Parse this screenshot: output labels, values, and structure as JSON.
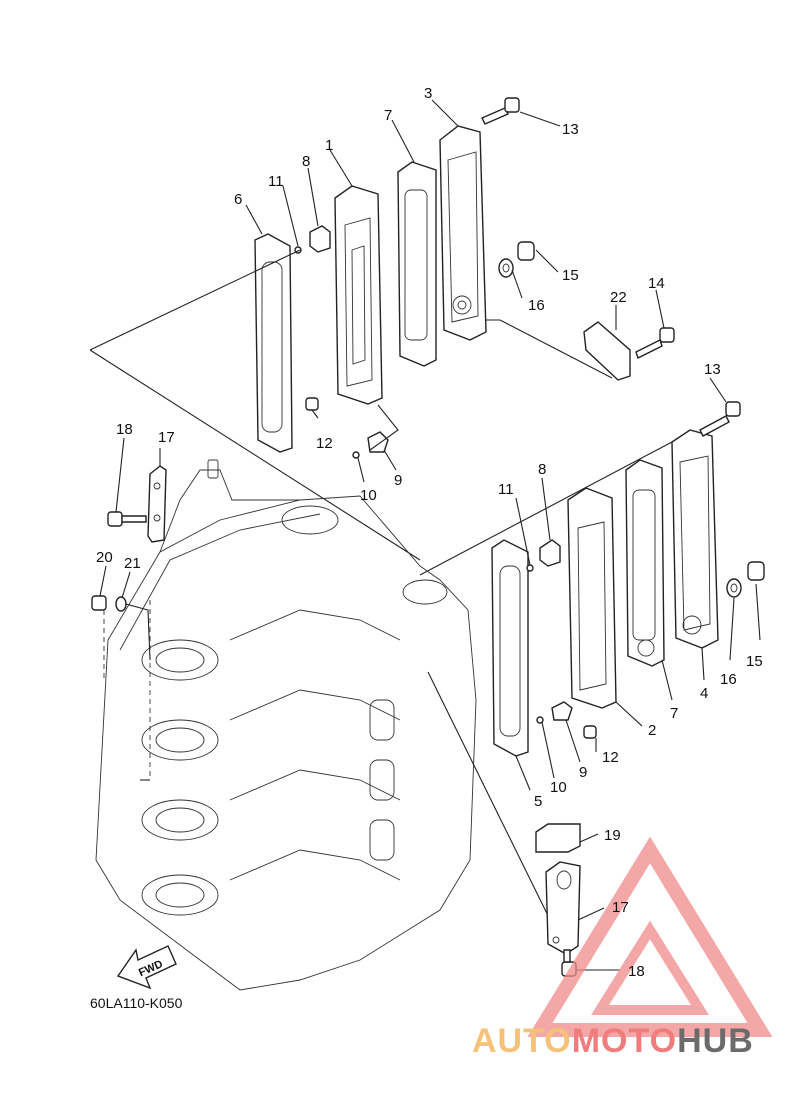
{
  "diagram": {
    "code": "60LA110-K050",
    "fwd_label": "FWD"
  },
  "callouts": [
    {
      "id": "c1",
      "text": "1"
    },
    {
      "id": "c2",
      "text": "2"
    },
    {
      "id": "c3",
      "text": "3"
    },
    {
      "id": "c4",
      "text": "4"
    },
    {
      "id": "c5",
      "text": "5"
    },
    {
      "id": "c6",
      "text": "6"
    },
    {
      "id": "c7a",
      "text": "7"
    },
    {
      "id": "c7b",
      "text": "7"
    },
    {
      "id": "c8a",
      "text": "8"
    },
    {
      "id": "c8b",
      "text": "8"
    },
    {
      "id": "c9a",
      "text": "9"
    },
    {
      "id": "c9b",
      "text": "9"
    },
    {
      "id": "c10a",
      "text": "10"
    },
    {
      "id": "c10b",
      "text": "10"
    },
    {
      "id": "c11a",
      "text": "11"
    },
    {
      "id": "c11b",
      "text": "11"
    },
    {
      "id": "c12a",
      "text": "12"
    },
    {
      "id": "c12b",
      "text": "12"
    },
    {
      "id": "c13a",
      "text": "13"
    },
    {
      "id": "c13b",
      "text": "13"
    },
    {
      "id": "c14",
      "text": "14"
    },
    {
      "id": "c15a",
      "text": "15"
    },
    {
      "id": "c15b",
      "text": "15"
    },
    {
      "id": "c16a",
      "text": "16"
    },
    {
      "id": "c16b",
      "text": "16"
    },
    {
      "id": "c17a",
      "text": "17"
    },
    {
      "id": "c17b",
      "text": "17"
    },
    {
      "id": "c18a",
      "text": "18"
    },
    {
      "id": "c18b",
      "text": "18"
    },
    {
      "id": "c19",
      "text": "19"
    },
    {
      "id": "c20",
      "text": "20"
    },
    {
      "id": "c21",
      "text": "21"
    },
    {
      "id": "c22",
      "text": "22"
    }
  ],
  "watermark": {
    "part1": "AUTO",
    "part2": "MOTO",
    "part3": "HUB",
    "color_light": "#f6c27a",
    "color_mid": "#ef7d7d",
    "color_dark": "#6b6b6b",
    "triangle_color": "#f08a8a"
  }
}
